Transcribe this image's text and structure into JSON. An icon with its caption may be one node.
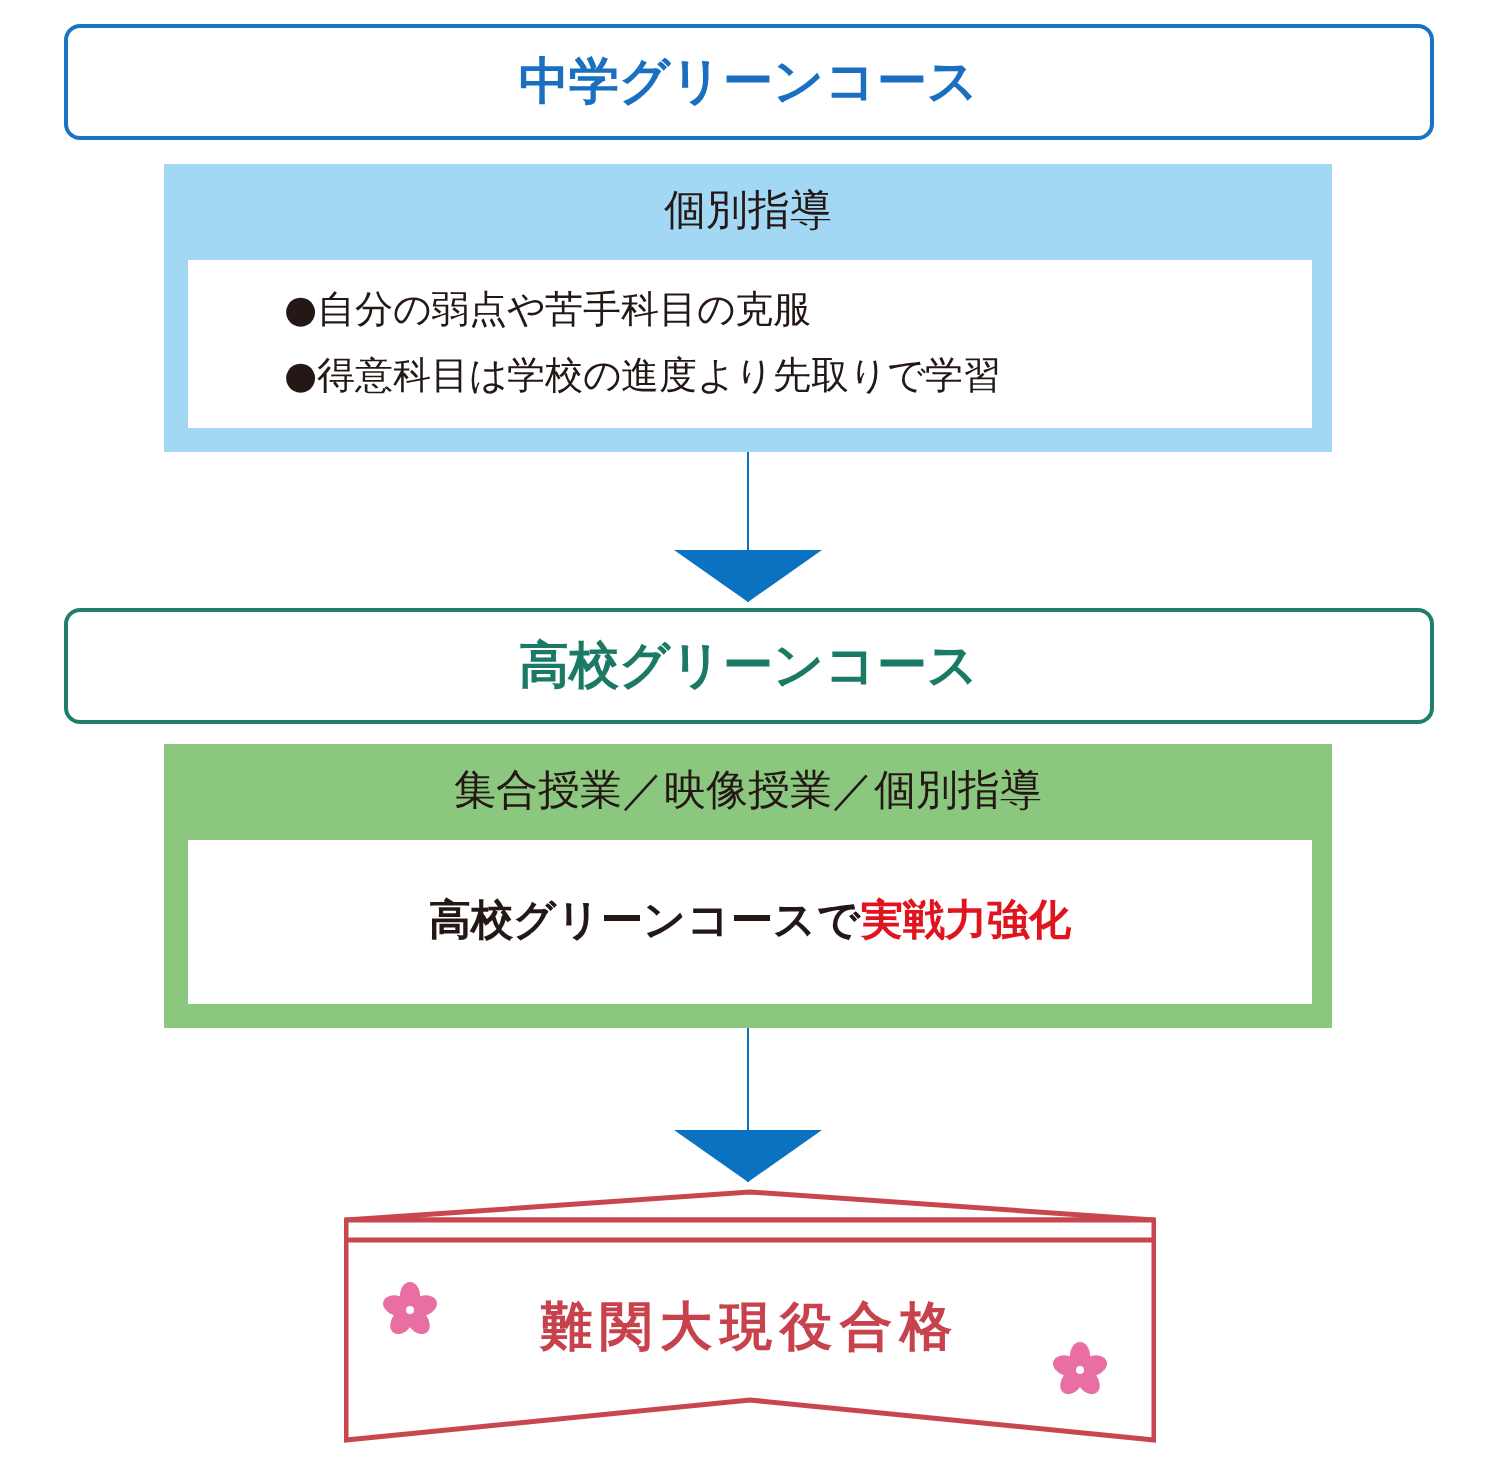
{
  "diagram": {
    "nodes": [
      {
        "text": [
          "中学グリーンコース"
        ]
      },
      {
        "text": [
          "個別指導"
        ]
      },
      {
        "text": [
          "●自分の弱点や苦手科目の克服",
          "●得意科目は学校の進度より先取りで学習"
        ],
        "in": 1
      },
      {
        "text": [
          "高校グリーンコース"
        ]
      },
      {
        "text": [
          "集合授業／映像授業／個別指導"
        ]
      },
      {
        "text": [
          "高校グリーンコースで**実戦力強化**"
        ],
        "in": 4
      },
      {
        "text": [
          "難関大現役合格"
        ]
      }
    ],
    "edges": [
      {
        "from": 1,
        "to": 3,
        "arrow": "to"
      },
      {
        "from": 4,
        "to": 6,
        "arrow": "to"
      }
    ]
  }
}
